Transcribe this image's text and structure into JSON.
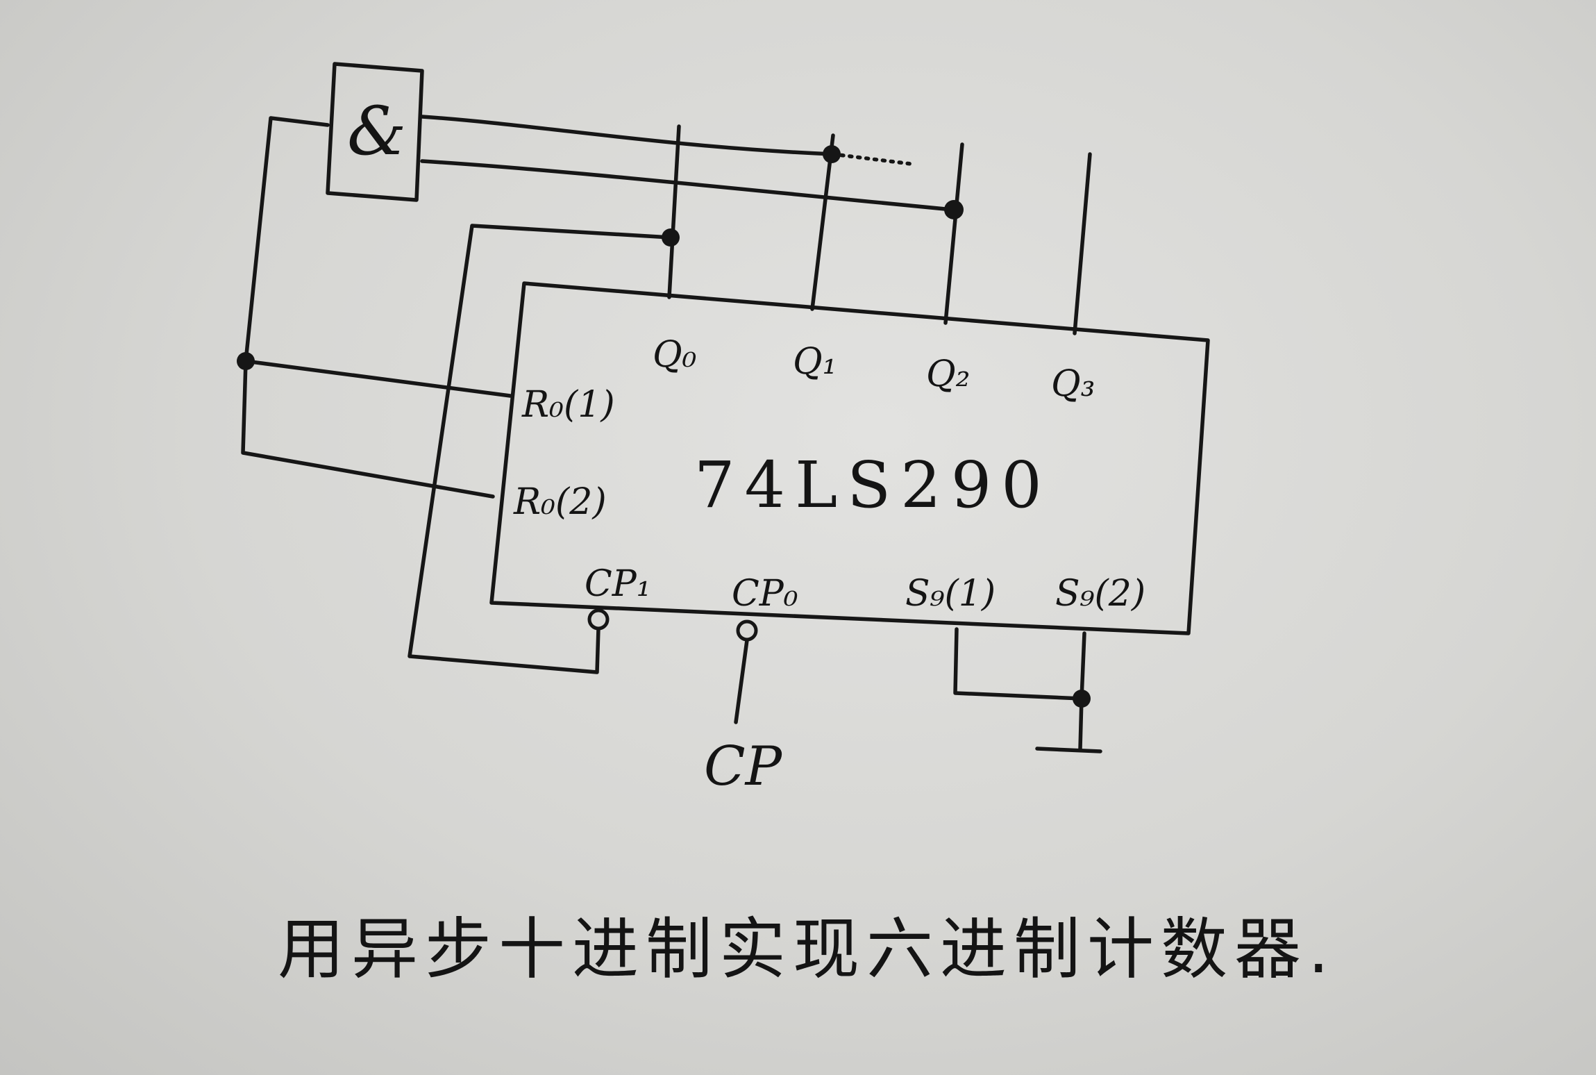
{
  "chip": {
    "name": "74LS290",
    "outputs": [
      "Q₀",
      "Q₁",
      "Q₂",
      "Q₃"
    ],
    "reset_inputs": [
      "R₀(1)",
      "R₀(2)"
    ],
    "clock_inputs": [
      "CP₁",
      "CP₀"
    ],
    "set9_inputs": [
      "S₉(1)",
      "S₉(2)"
    ]
  },
  "and_gate": {
    "symbol": "&"
  },
  "clock": {
    "label": "CP"
  },
  "caption": "用异步十进制实现六进制计数器."
}
